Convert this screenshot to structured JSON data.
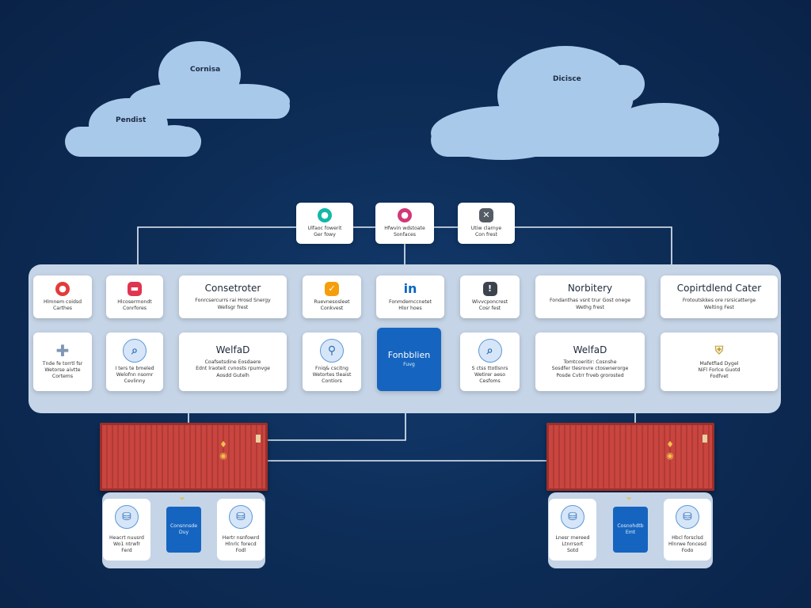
{
  "colors": {
    "background": "#0d2d57",
    "cloud": "#a9c9ea",
    "band": "#c5d4e6",
    "accent": "#1565c0",
    "container": "#c9453f",
    "wire": "#e6eef8"
  },
  "clouds": {
    "left_upper": "Cornisa",
    "left_lower": "Pendist",
    "right": "Dicisce"
  },
  "top_nodes": [
    {
      "icon": "teal-circle-icon",
      "line1": "Ulfaoc fowerit",
      "line2": "Ger fowy"
    },
    {
      "icon": "magenta-circle-icon",
      "line1": "Hfwvin wdstoate",
      "line2": "Sonfaces"
    },
    {
      "icon": "gray-square-icon",
      "line1": "Utiw clarnye",
      "line2": "Con frest"
    }
  ],
  "row1": [
    {
      "icon": "red-circle-icon",
      "line1": "Hlmnem coidsd",
      "line2": "Carthes"
    },
    {
      "icon": "red-square-icon",
      "line1": "Hlcoserrnondt",
      "line2": "Conrfores"
    },
    {
      "title": "Consetroter",
      "line1": "Fonrcsercurrs rai Hrosd Snergy",
      "line2": "Wellsgr frest"
    },
    {
      "icon": "orange-square-icon",
      "line1": "Ruevnesosleet",
      "line2": "Conkvest"
    },
    {
      "icon": "linkedin-icon",
      "line1": "Fonmdemccnetet",
      "line2": "Hlor hoes"
    },
    {
      "icon": "dark-square-icon",
      "line1": "Wivvcponcrest",
      "line2": "Cosr fest"
    },
    {
      "title": "Norbitery",
      "line1": "Fondanthas vsnt trur Gost onege",
      "line2": "Wethg frest"
    },
    {
      "title": "Copirtdlend Cater",
      "line1": "Frotoutskkes ore rsrsicatterge",
      "line2": "Welting Fest"
    }
  ],
  "row2": [
    {
      "icon": "puzzle-icon",
      "line1": "Tnde fe torrtl fsr",
      "line2": "Wetorse aivtte",
      "line3": "Cortems"
    },
    {
      "icon": "search-icon",
      "line1": "I ters te bmeled",
      "line2": "Welofnn nsomr",
      "line3": "Cevlinny"
    },
    {
      "title": "WelfaD",
      "line1": "Coafsetsdine Eosdaere",
      "line2": "Ednt lraoteit cvnosts rpumvge",
      "line3": "Aosdd Gutelh"
    },
    {
      "icon": "link-icon",
      "line1": "Fniq& cscitng",
      "line2": "Wetortes tleaist",
      "line3": "Contiors"
    },
    {
      "title": "Fonbblien",
      "line1": "Fuvg",
      "accent": true
    },
    {
      "icon": "search-icon",
      "line1": "S ctss ttotlsnrs",
      "line2": "Wetirer aeso",
      "line3": "Cesfoms"
    },
    {
      "title": "WelfaD",
      "line1": "Tomtcoeritir: Cosnshe",
      "line2": "Sosdfer tlesrovre ctoswnerorge",
      "line3": "Posde Cvtrr frveb grorosted"
    },
    {
      "icon": "shield-icon",
      "line1": "Mafetfiad Dygel",
      "line2": "NiFl Forlce Guotd",
      "line3": "Fodfvet"
    }
  ],
  "clusters": [
    {
      "pods": [
        {
          "line1": "Heacrt nuusrd",
          "line2": "Wo1 ntrwfr",
          "line3": "Ferd"
        },
        {
          "line1": "Consnnsde",
          "line2": "Duy",
          "accent": true
        },
        {
          "line1": "Hertr nsnfowrd",
          "line2": "Hlnrlc forecd",
          "line3": "Fodl"
        }
      ]
    },
    {
      "pods": [
        {
          "line1": "Lnesr rnereed",
          "line2": "Ltnrrsort",
          "line3": "Sotd"
        },
        {
          "line1": "Cosnohdtb",
          "line2": "Emt",
          "accent": true
        },
        {
          "line1": "Hbcl forsclsd",
          "line2": "Hlnrwe foncesd",
          "line3": "Fodo"
        }
      ]
    }
  ]
}
